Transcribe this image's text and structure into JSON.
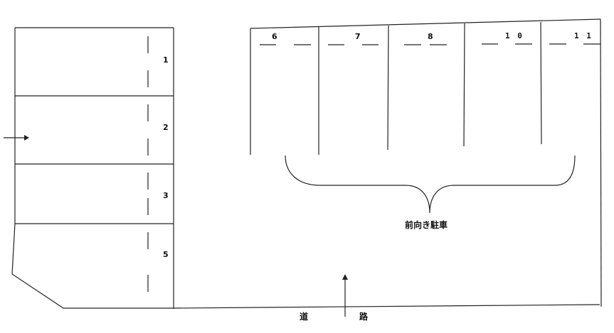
{
  "diagram": {
    "type": "parking-lot-layout",
    "line_color": "#222222"
  },
  "left_block": {
    "spaces": [
      {
        "label": "1"
      },
      {
        "label": "2"
      },
      {
        "label": "3"
      },
      {
        "label": "5"
      }
    ],
    "entry_arrow": "arrow-right-icon"
  },
  "right_block": {
    "spaces": [
      {
        "label": "6"
      },
      {
        "label": "7"
      },
      {
        "label": "8"
      },
      {
        "label": "1 0"
      },
      {
        "label": "1 1"
      }
    ],
    "brace_label": "前向き駐車"
  },
  "road": {
    "label_left": "道",
    "label_right": "路",
    "arrow": "arrow-up-icon"
  }
}
